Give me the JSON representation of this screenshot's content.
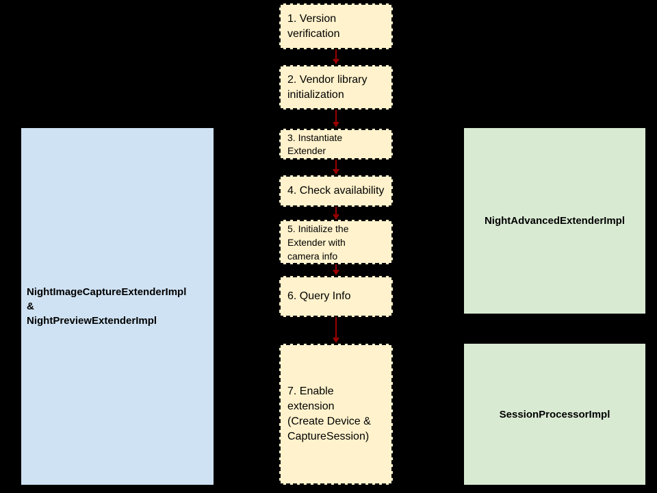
{
  "colors": {
    "background": "#000000",
    "step_fill": "#fff2cc",
    "step_border": "#000000",
    "left_entity_fill": "#cfe2f3",
    "right_entity_fill": "#d9ead3",
    "arrow": "#990000",
    "text": "#000000"
  },
  "entities": {
    "left": {
      "text": "NightImageCaptureExtenderImpl\n&\nNightPreviewExtenderImpl"
    },
    "right_top": {
      "text": "NightAdvancedExtenderImpl"
    },
    "right_bottom": {
      "text": "SessionProcessorImpl"
    }
  },
  "flow_steps": [
    {
      "text": "1. Version\nverification"
    },
    {
      "text": "2. Vendor library\ninitialization"
    },
    {
      "text": "3. Instantiate\nExtender"
    },
    {
      "text": "4. Check availability"
    },
    {
      "text": "5. Initialize the\nExtender with\ncamera info"
    },
    {
      "text": "6. Query Info"
    },
    {
      "text": "7. Enable\nextension\n(Create Device &\nCaptureSession)"
    }
  ]
}
